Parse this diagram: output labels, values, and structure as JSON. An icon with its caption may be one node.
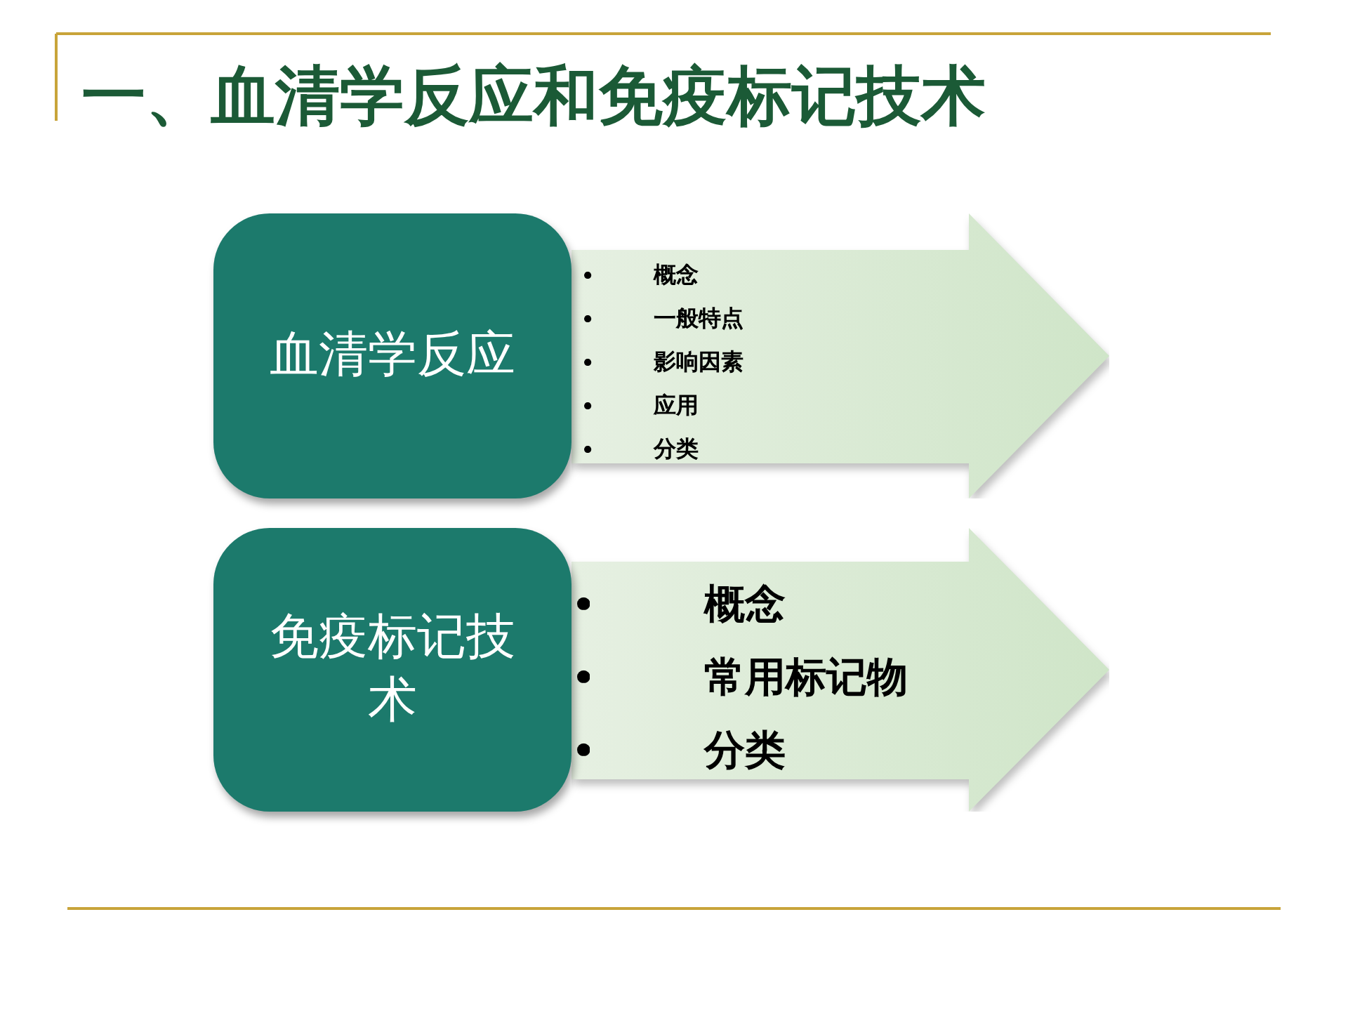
{
  "diagram": {
    "title": "一、血清学反应和免疫标记技术",
    "nodes": [
      {
        "text": [
          "血清学反应"
        ]
      },
      {
        "text": [
          "概念",
          "一般特点",
          "影响因素",
          "应用",
          "分类"
        ]
      },
      {
        "text": [
          "免疫标记技术"
        ]
      },
      {
        "text": [
          "概念",
          "常用标记物",
          "分类"
        ]
      }
    ]
  }
}
